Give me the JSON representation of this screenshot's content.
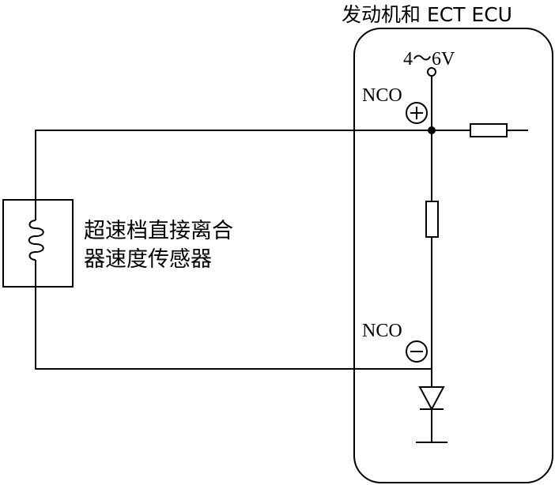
{
  "ecu": {
    "title": "发动机和 ECT ECU",
    "supply_voltage": "4～6V",
    "terminal_plus_label": "NCO",
    "terminal_minus_label": "NCO",
    "plus_symbol": "+",
    "minus_symbol": "−"
  },
  "sensor": {
    "label_line1": "超速档直接离合",
    "label_line2": "器速度传感器"
  }
}
